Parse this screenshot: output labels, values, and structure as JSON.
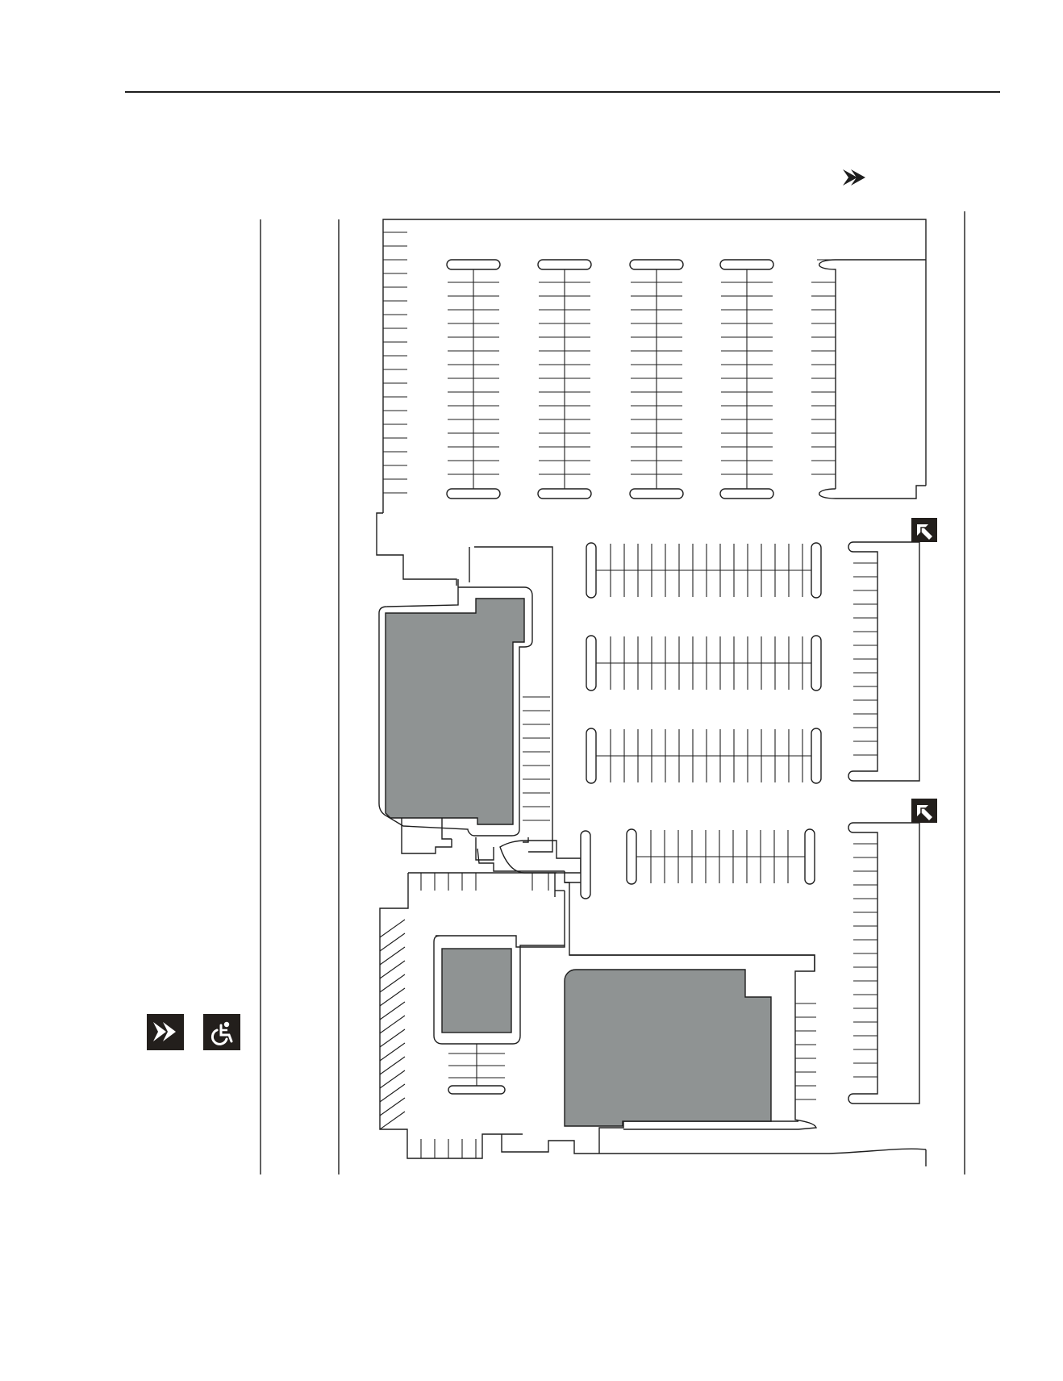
{
  "map": {
    "type": "site plan",
    "colors": {
      "building_fill": "#8f9393",
      "line": "#1e1e1e",
      "icon_background": "#231f1c",
      "icon_symbol": "#ffffff",
      "page_background": "#ffffff"
    },
    "icons": {
      "north_arrow": "double-chevron-arrow-icon",
      "entrance_markers": [
        "entrance-arrow-icon",
        "entrance-arrow-icon"
      ],
      "legend": [
        "entrance-arrow-icon",
        "wheelchair-accessible-icon"
      ]
    },
    "buildings": 3,
    "parking_aisles": 9
  }
}
